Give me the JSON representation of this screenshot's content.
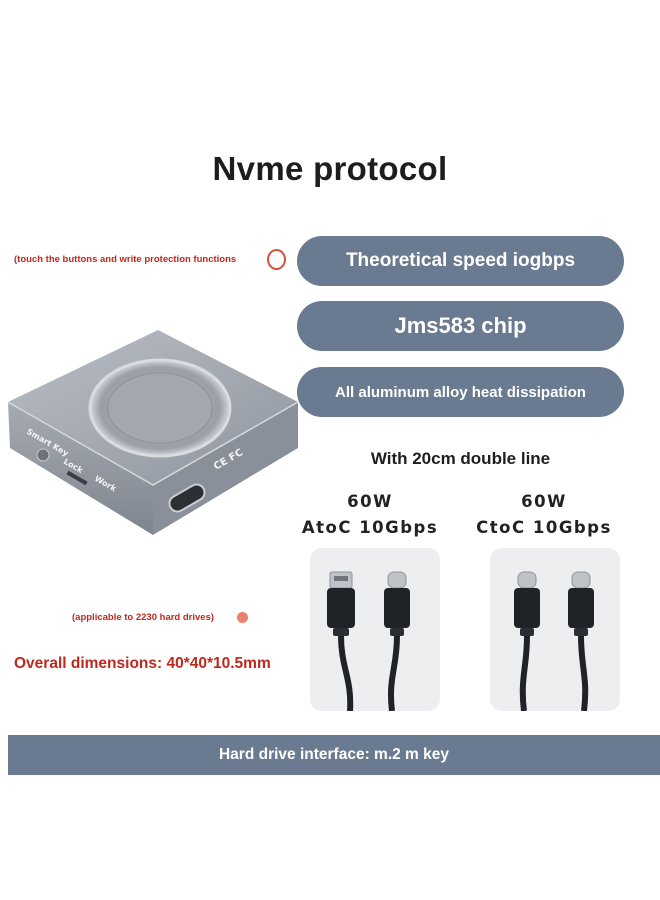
{
  "title": "Nvme protocol",
  "pills": [
    "Theoretical speed iogbps",
    "Jms583 chip",
    "All aluminum alloy heat dissipation"
  ],
  "notes": {
    "buttons": "(touch the buttons and write protection functions",
    "applicable": "(applicable to 2230 hard drives)",
    "dimensions": "Overall dimensions: 40*40*10.5mm"
  },
  "device_labels": {
    "smart_key": "Smart Key",
    "lock": "Lock",
    "work": "Work",
    "cert": "CE FC"
  },
  "cable_heading": "With 20cm double line",
  "cables": [
    {
      "power": "60W",
      "spec": "AtoC 10Gbps"
    },
    {
      "power": "60W",
      "spec": "CtoC 10Gbps"
    }
  ],
  "interface": "Hard drive interface: m.2 m key",
  "colors": {
    "pill": "#6a7a90",
    "accent_red": "#c0281e",
    "device": "#9aa0a8"
  }
}
